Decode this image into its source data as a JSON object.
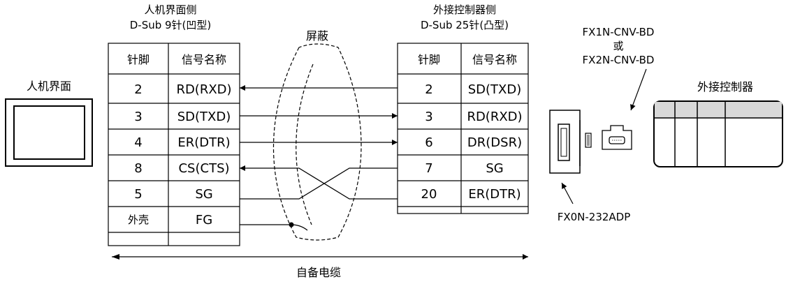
{
  "hmi": {
    "title": "人机界面",
    "side_title": "人机界面侧",
    "connector": "D-Sub 9针(凹型)",
    "col_pin": "针脚",
    "col_signal": "信号名称",
    "rows": [
      {
        "pin": "2",
        "signal": "RD(RXD)"
      },
      {
        "pin": "3",
        "signal": "SD(TXD)"
      },
      {
        "pin": "4",
        "signal": "ER(DTR)"
      },
      {
        "pin": "8",
        "signal": "CS(CTS)"
      },
      {
        "pin": "5",
        "signal": "SG"
      },
      {
        "pin": "外壳",
        "signal": "FG"
      }
    ]
  },
  "controller": {
    "side_title": "外接控制器侧",
    "connector": "D-Sub 25针(凸型)",
    "col_pin": "针脚",
    "col_signal": "信号名称",
    "rows": [
      {
        "pin": "2",
        "signal": "SD(TXD)"
      },
      {
        "pin": "3",
        "signal": "RD(RXD)"
      },
      {
        "pin": "6",
        "signal": "DR(DSR)"
      },
      {
        "pin": "7",
        "signal": "SG"
      },
      {
        "pin": "20",
        "signal": "ER(DTR)"
      }
    ]
  },
  "shield_label": "屏蔽",
  "cable_label": "自备电缆",
  "adapter": {
    "line1": "FX1N-CNV-BD",
    "line2": "或",
    "line3": "FX2N-CNV-BD",
    "module": "FX0N-232ADP"
  },
  "plc_label": "外接控制器"
}
